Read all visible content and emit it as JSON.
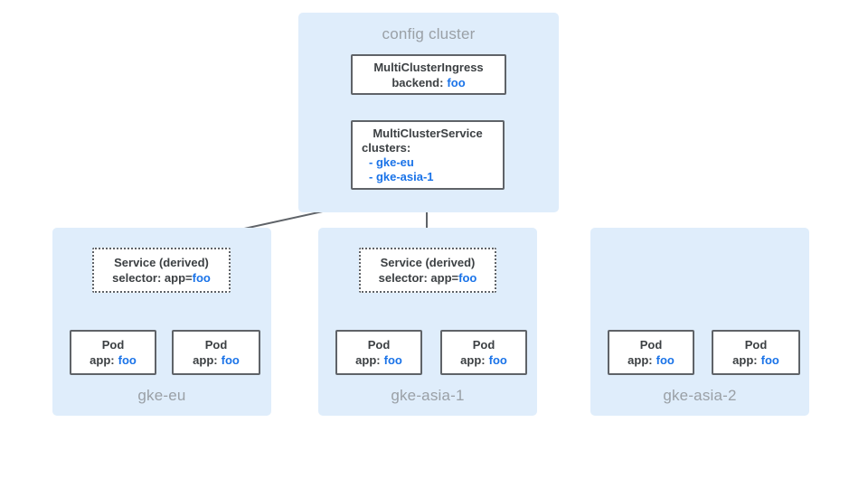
{
  "colors": {
    "panel_bg": "#dfedfb",
    "node_bg": "#ffffff",
    "node_border": "#5f6368",
    "text_dark": "#3c4043",
    "accent_blue": "#1a73e8",
    "muted_label": "#9aa0a6",
    "arrow_dark": "#5f6368",
    "arrow_light": "#bdc1c6"
  },
  "config_cluster": {
    "title": "config cluster",
    "ingress_box": {
      "title": "MultiClusterIngress",
      "field_label": "backend:",
      "field_value": "foo"
    },
    "service_box": {
      "title": "MultiClusterService",
      "field_label": "clusters:",
      "items": [
        "- gke-eu",
        "- gke-asia-1"
      ]
    }
  },
  "clusters": [
    {
      "name": "gke-eu",
      "service_box": {
        "title": "Service (derived)",
        "selector_label": "selector: app=",
        "selector_value": "foo"
      },
      "pods": [
        {
          "title": "Pod",
          "label": "app:",
          "value": "foo"
        },
        {
          "title": "Pod",
          "label": "app:",
          "value": "foo"
        }
      ]
    },
    {
      "name": "gke-asia-1",
      "service_box": {
        "title": "Service (derived)",
        "selector_label": "selector: app=",
        "selector_value": "foo"
      },
      "pods": [
        {
          "title": "Pod",
          "label": "app:",
          "value": "foo"
        },
        {
          "title": "Pod",
          "label": "app:",
          "value": "foo"
        }
      ]
    },
    {
      "name": "gke-asia-2",
      "pods": [
        {
          "title": "Pod",
          "label": "app:",
          "value": "foo"
        },
        {
          "title": "Pod",
          "label": "app:",
          "value": "foo"
        }
      ]
    }
  ]
}
